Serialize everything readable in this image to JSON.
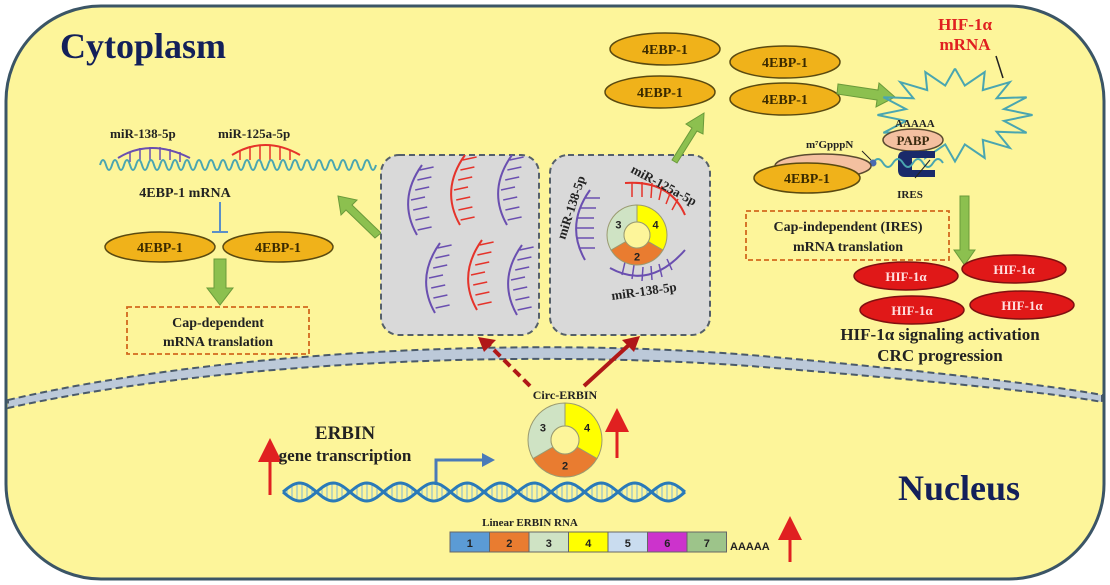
{
  "regions": {
    "cytoplasm": "Cytoplasm",
    "nucleus": "Nucleus"
  },
  "colors": {
    "cell_fill": "#fdf59a",
    "cell_border": "#3b5566",
    "title_navy": "#13205a",
    "membrane_fill": "#bcc9d9",
    "protein_fill": "#f0b21a",
    "hif_fill": "#e01818",
    "mir_purple": "#6a4fb0",
    "mir_red": "#e5332a",
    "mrna_teal": "#4aa6b0",
    "arrow_green": "#8cc04f",
    "red_arrow": "#e02020",
    "dark_red_arrow": "#b01818",
    "box_dashed": "#d2691e",
    "exon_1": "#5b9bd5",
    "exon_2": "#e97c30",
    "exon_3": "#cfe3c4",
    "exon_4": "#ffff00",
    "exon_5": "#c9dcef",
    "exon_6": "#cc33cc",
    "exon_7": "#9dc48a"
  },
  "left_pathway": {
    "mir_a": "miR-138-5p",
    "mir_b": "miR-125a-5p",
    "mrna_label": "4EBP-1 mRNA",
    "protein_1": "4EBP-1",
    "protein_2": "4EBP-1",
    "box_line1": "Cap-dependent",
    "box_line2": "mRNA translation"
  },
  "sponge_panel": {
    "mir_label_left": "miR-138-5p",
    "mir_label_top": "miR-125a-5p",
    "mir_label_bottom": "miR-138-5p",
    "exons": [
      "2",
      "3",
      "4"
    ]
  },
  "top_proteins": [
    "4EBP-1",
    "4EBP-1",
    "4EBP-1",
    "4EBP-1"
  ],
  "right_pathway": {
    "hif_mrna_line1": "HIF-1α",
    "hif_mrna_line2": "mRNA",
    "polya": "AAAAA",
    "pabp": "PABP",
    "cap": "m⁷GpppN",
    "protein": "4EBP-1",
    "ires": "IRES",
    "box_line1": "Cap-independent (IRES)",
    "box_line2": "mRNA translation",
    "hif_proteins": [
      "HIF-1α",
      "HIF-1α",
      "HIF-1α",
      "HIF-1α"
    ],
    "outcome_line1": "HIF-1α signaling activation",
    "outcome_line2": "CRC progression"
  },
  "nucleus_content": {
    "circ_label": "Circ-ERBIN",
    "circ_exons": [
      "2",
      "3",
      "4"
    ],
    "gene_line1": "ERBIN",
    "gene_line2": "gene transcription",
    "linear_label": "Linear ERBIN RNA",
    "linear_exons": [
      "1",
      "2",
      "3",
      "4",
      "5",
      "6",
      "7"
    ],
    "polya": "AAAAA"
  }
}
